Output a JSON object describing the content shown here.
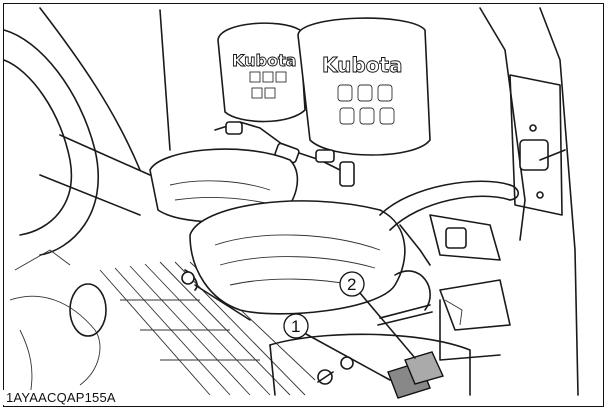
{
  "figure": {
    "seat_brand_left": "Kubota",
    "seat_brand_right": "Kubota",
    "callouts": [
      {
        "label": "1"
      },
      {
        "label": "2"
      }
    ],
    "caption": "1AYAACQAP155A",
    "colors": {
      "line": "#1a1a1a",
      "background": "#ffffff"
    }
  }
}
